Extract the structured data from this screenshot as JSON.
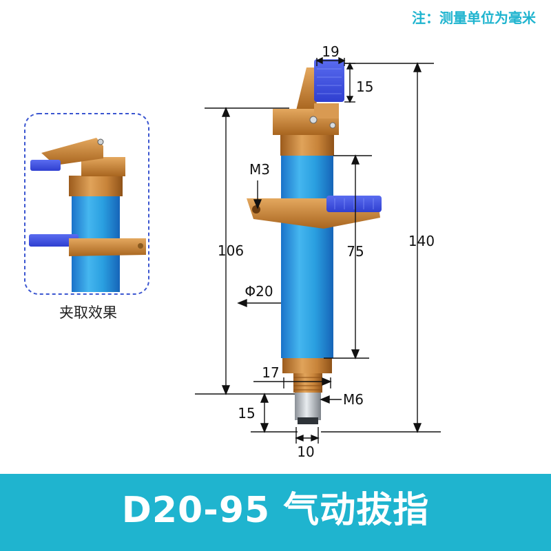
{
  "note": "注：测量单位为毫米",
  "title": "D20-95 气动拔指",
  "inset_caption": "夹取效果",
  "dimensions": {
    "jaw_width": "19",
    "jaw_height": "15",
    "body_length": "106",
    "stroke_length": "75",
    "total_length": "140",
    "mount_thread": "M3",
    "diameter": "Φ20",
    "nut_width": "17",
    "port_thread": "M6",
    "fitting_height": "15",
    "fitting_diameter": "10"
  },
  "colors": {
    "accent": "#1fb4cf",
    "cylinder_blue": "#2a9fe0",
    "bronze": "#c8843a",
    "pad_blue": "#3a50e0",
    "inset_border": "#3a55d0"
  }
}
